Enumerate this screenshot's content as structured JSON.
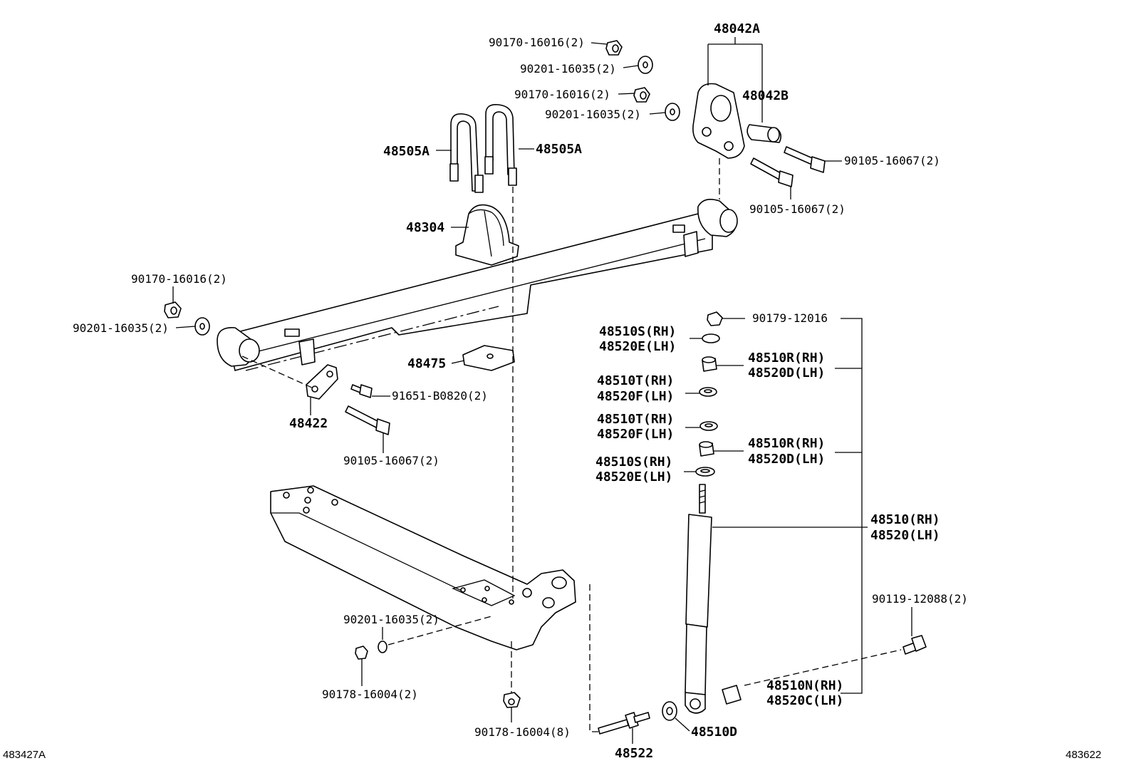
{
  "corner_left": "483427A",
  "corner_right": "483622",
  "labels": {
    "l_48042A": "48042A",
    "l_48042B": "48042B",
    "l_90170_top1": "90170-16016(2)",
    "l_90201_top1": "90201-16035(2)",
    "l_90170_top2": "90170-16016(2)",
    "l_90201_top2": "90201-16035(2)",
    "l_48505A_left": "48505A",
    "l_48505A_right": "48505A",
    "l_90105_r1": "90105-16067(2)",
    "l_90105_r2": "90105-16067(2)",
    "l_48304": "48304",
    "l_90170_left": "90170-16016(2)",
    "l_90201_left": "90201-16035(2)",
    "l_48475": "48475",
    "l_91651": "91651-B0820(2)",
    "l_48422": "48422",
    "l_90105_left": "90105-16067(2)",
    "l_90179": "90179-12016",
    "l_48510S_1": "48510S(RH)",
    "l_48520E_1": "48520E(LH)",
    "l_48510R_1": "48510R(RH)",
    "l_48520D_1": "48520D(LH)",
    "l_48510T_1": "48510T(RH)",
    "l_48520F_1": "48520F(LH)",
    "l_48510T_2": "48510T(RH)",
    "l_48520F_2": "48520F(LH)",
    "l_48510R_2": "48510R(RH)",
    "l_48520D_2": "48520D(LH)",
    "l_48510S_2": "48510S(RH)",
    "l_48520E_2": "48520E(LH)",
    "l_48510": "48510(RH)",
    "l_48520": "48520(LH)",
    "l_90119": "90119-12088(2)",
    "l_90201_bot": "90201-16035(2)",
    "l_90178_a": "90178-16004(2)",
    "l_48510N": "48510N(RH)",
    "l_48520C": "48520C(LH)",
    "l_90178_b": "90178-16004(8)",
    "l_48522": "48522",
    "l_48510D": "48510D"
  }
}
